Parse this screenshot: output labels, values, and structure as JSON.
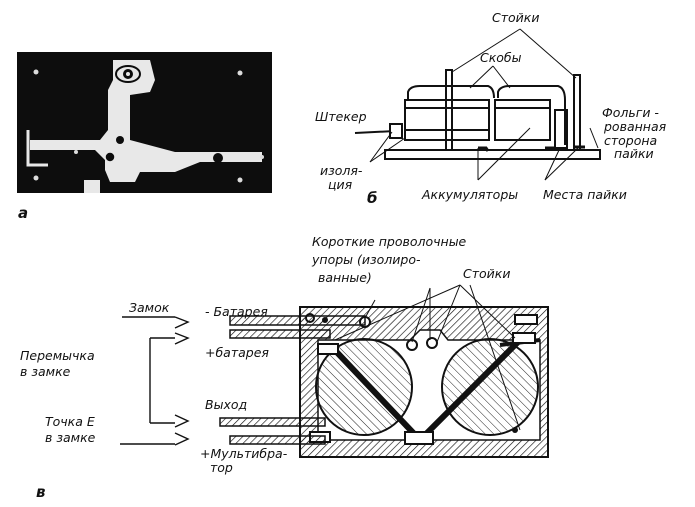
{
  "figure_letters": {
    "a": "а",
    "b": "б",
    "v": "в"
  },
  "top_right": {
    "stoyki": "Стойки",
    "skoby": "Скобы",
    "shteker": "Штекер",
    "izolyatsiya": [
      "изоля-",
      "ция"
    ],
    "akkumulyatory": "Аккумуляторы",
    "mesta_payki": "Места пайки",
    "folga": [
      "Фольги -",
      "рованная",
      "сторона",
      "пайки"
    ]
  },
  "bottom": {
    "korotkie": [
      "Короткие проволочные",
      "упоры (изолиро-",
      "ванные)"
    ],
    "stoyki": "Стойки",
    "zamok": "Замок",
    "minus_battery": "- Батарея",
    "plus_battery": "+батарея",
    "peremychka": [
      "Перемычка",
      "в замке"
    ],
    "tochka": [
      "Точка Е",
      "в замке"
    ],
    "vykhod": "Выход",
    "multivibrator": [
      "+Мультибра-",
      "тор"
    ]
  },
  "colors": {
    "ink": "#111111",
    "paper": "#ffffff"
  }
}
